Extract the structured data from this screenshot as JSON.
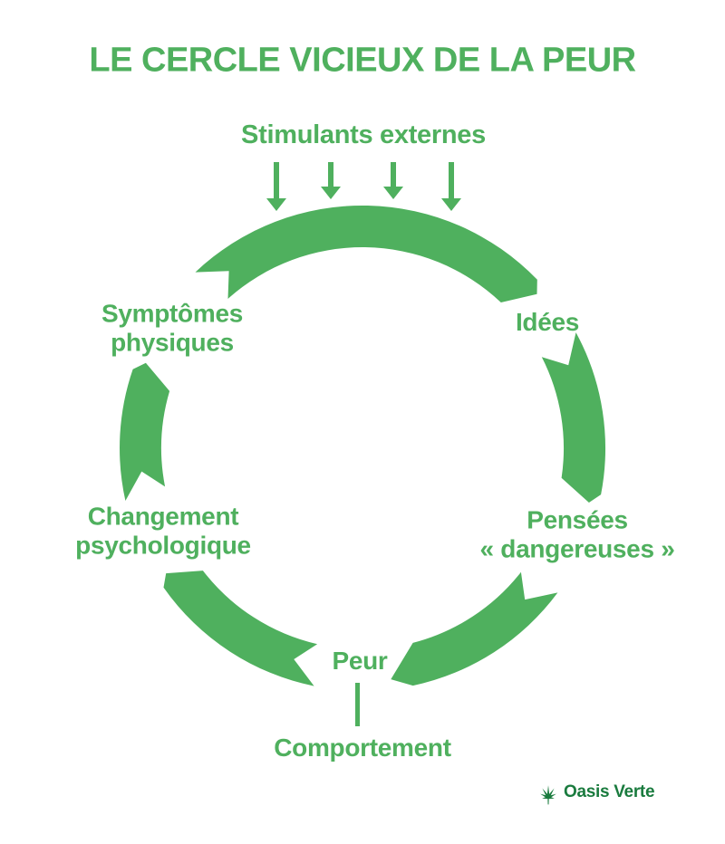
{
  "title": "LE CERCLE VICIEUX DE LA PEUR",
  "stimulus": {
    "label": "Stimulants externes",
    "arrow_count": 4
  },
  "cycle": {
    "symptomes": {
      "line1": "Symptômes",
      "line2": "physiques"
    },
    "idees": {
      "label": "Idées"
    },
    "pensees": {
      "line1": "Pensées",
      "line2": "« dangereuses »"
    },
    "peur": {
      "label": "Peur"
    },
    "comportement": {
      "label": "Comportement"
    },
    "changement": {
      "line1": "Changement",
      "line2": "psychologique"
    }
  },
  "brand": {
    "name": "Oasis Verte",
    "icon": "cannabis-leaf-icon"
  },
  "colors": {
    "primary_green": "#4FB05E",
    "brand_green": "#1A7B3E",
    "background": "#FFFFFF"
  }
}
